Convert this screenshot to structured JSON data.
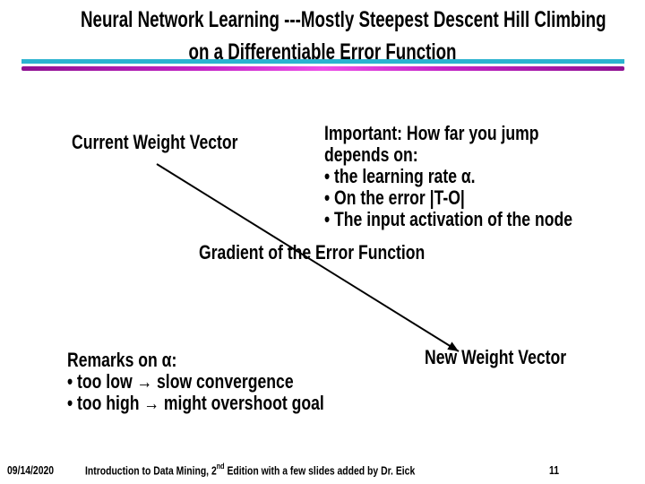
{
  "slide": {
    "title_line1": "Neural Network Learning ---Mostly Steepest Descent Hill Climbing",
    "title_line2": "on a Differentiable Error Function",
    "labels": {
      "current_weight_vector": "Current Weight Vector",
      "gradient": "Gradient of the Error Function",
      "new_weight_vector": "New Weight Vector"
    },
    "important_block": {
      "lines": [
        "Important: How far you jump",
        "depends on:",
        "• the learning rate α.",
        "• On the error |T-O|",
        "• The input activation of the node"
      ]
    },
    "remarks_block": {
      "lines": [
        "Remarks on α:",
        "• too low → slow convergence",
        "• too high → might overshoot goal"
      ]
    },
    "footer": {
      "date": "09/14/2020",
      "course_pre": "Introduction to Data Mining, 2",
      "course_sup": "nd",
      "course_post": " Edition with a few slides added by Dr. Eick",
      "page_number": "11"
    },
    "colors": {
      "cyan_rule": "#2BB3D0",
      "magenta_rule_gradient": "linear-gradient(90deg, #8E1191 0%, #C424C6 30%, #EE4FE8 50%, #C424C6 70%, #8E1191 100%)",
      "arrow": "#000000"
    }
  }
}
